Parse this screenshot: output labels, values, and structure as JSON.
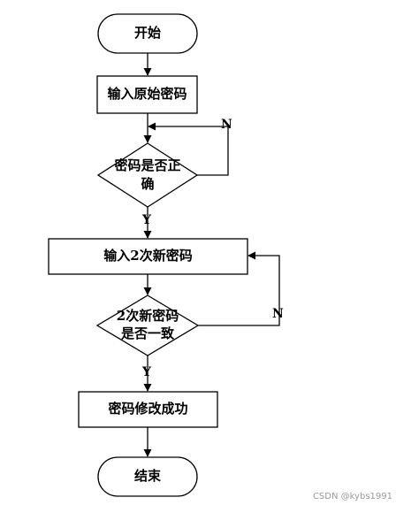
{
  "diagram": {
    "nodes": {
      "start": "开始",
      "input_original": "输入原始密码",
      "check_correct_line1": "密码是否正",
      "check_correct_line2": "确",
      "input_new_twice": "输入2次新密码",
      "check_same_line1": "2次新密码",
      "check_same_line2": "是否一致",
      "success": "密码修改成功",
      "end": "结束"
    },
    "edge_labels": {
      "no_1": "N",
      "yes_1": "Y",
      "no_2": "N",
      "yes_2": "Y"
    }
  },
  "watermark": "CSDN @kybs1991"
}
